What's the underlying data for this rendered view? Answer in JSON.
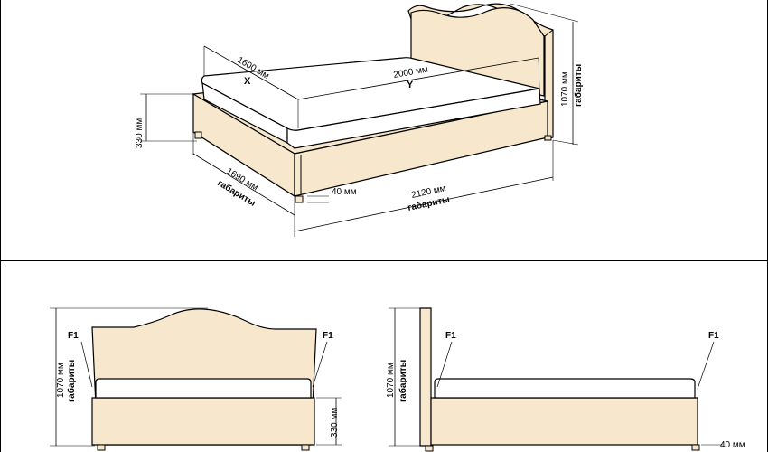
{
  "colors": {
    "upholstery": "#f7e7cc",
    "mattress": "#ffffff",
    "outline": "#000000",
    "dimension": "#000000",
    "frame_line": "#000000"
  },
  "labels": {
    "width_1600": "1600 мм",
    "axis_x": "X",
    "length_2000": "2000 мм",
    "axis_y": "Y",
    "height_330": "330 мм",
    "height_1070": "1070 мм",
    "gabarity": "габариты",
    "width_1690": "1690 мм",
    "length_2120": "2120 мм",
    "leg_40": "40 мм",
    "f1": "F1"
  }
}
